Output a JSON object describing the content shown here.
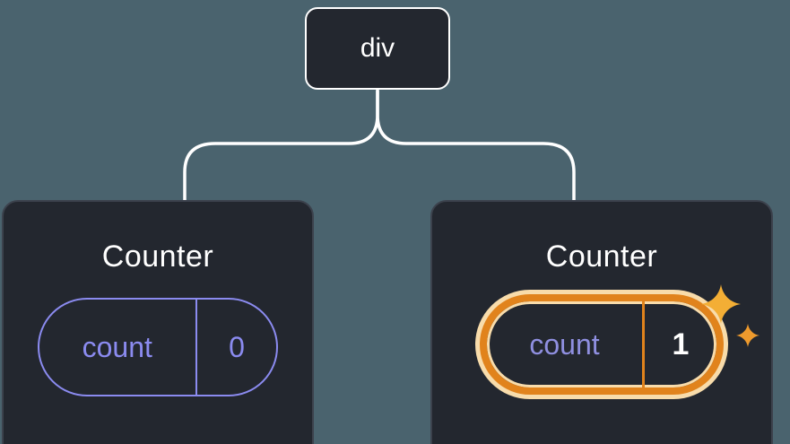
{
  "canvas": {
    "background": "#4a636e"
  },
  "tree": {
    "root": {
      "label": "div"
    },
    "children": [
      {
        "title": "Counter",
        "state": {
          "key": "count",
          "value": "0"
        },
        "highlighted": false
      },
      {
        "title": "Counter",
        "state": {
          "key": "count",
          "value": "1"
        },
        "highlighted": true,
        "badge_icon": "sparkle-icon"
      }
    ]
  },
  "colors": {
    "node_fill": "#23272f",
    "node_border": "#ffffff",
    "connector": "#ffffff",
    "state_purple": "#8b8bf0",
    "highlight_orange": "#e1831c",
    "highlight_glow": "#f8dcab",
    "sparkle_gold": "#f3ae35",
    "title_text": "#ffffff"
  }
}
